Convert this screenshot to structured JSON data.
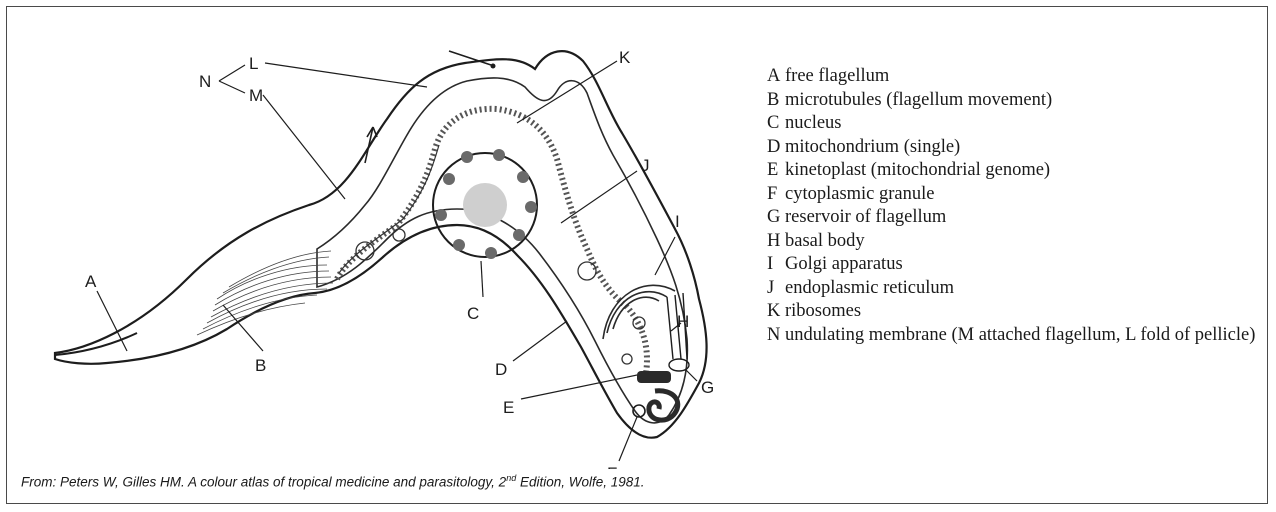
{
  "diagram": {
    "labels": {
      "A": "A",
      "B": "B",
      "C": "C",
      "D": "D",
      "E": "E",
      "F": "F",
      "G": "G",
      "H": "H",
      "I": "I",
      "J": "J",
      "K": "K",
      "L": "L",
      "M": "M",
      "N": "N"
    }
  },
  "legend": [
    {
      "key": "A",
      "text": "free flagellum"
    },
    {
      "key": "B",
      "text": "microtubules (flagellum movement)"
    },
    {
      "key": "C",
      "text": "nucleus"
    },
    {
      "key": "D",
      "text": "mitochondrium (single)"
    },
    {
      "key": "E",
      "text": "kinetoplast (mitochondrial genome)"
    },
    {
      "key": "F",
      "text": "cytoplasmic granule"
    },
    {
      "key": "G",
      "text": "reservoir of flagellum"
    },
    {
      "key": "H",
      "text": "basal body"
    },
    {
      "key": "I",
      "text": "Golgi apparatus"
    },
    {
      "key": "J",
      "text": "endoplasmic reticulum"
    },
    {
      "key": "K",
      "text": "ribosomes"
    },
    {
      "key": "N",
      "text": "undulating membrane (M attached flagellum, L fold of pellicle)"
    }
  ],
  "caption": {
    "pre": "From: Peters W, Gilles HM. A colour atlas of tropical medicine and parasitology, 2",
    "sup": "nd",
    "post": " Edition, Wolfe, 1981."
  }
}
